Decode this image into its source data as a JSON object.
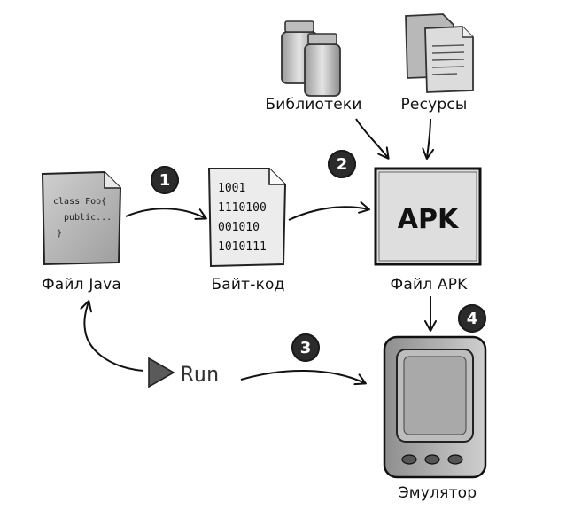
{
  "labels": {
    "java_file": "Файл Java",
    "bytecode": "Байт-код",
    "apk_file": "Файл APK",
    "libraries": "Библиотеки",
    "resources": "Ресурсы",
    "emulator": "Эмулятор",
    "run": "Run"
  },
  "java_doc": {
    "line1": "class Foo{",
    "line2": "public...",
    "line3": "}"
  },
  "bytecode_doc": {
    "line1": "1001",
    "line2": "1110100",
    "line3": "001010",
    "line4": "1010111"
  },
  "apk_text": "APK",
  "steps": {
    "step1": "1",
    "step2": "2",
    "step3": "3",
    "step4": "4"
  }
}
